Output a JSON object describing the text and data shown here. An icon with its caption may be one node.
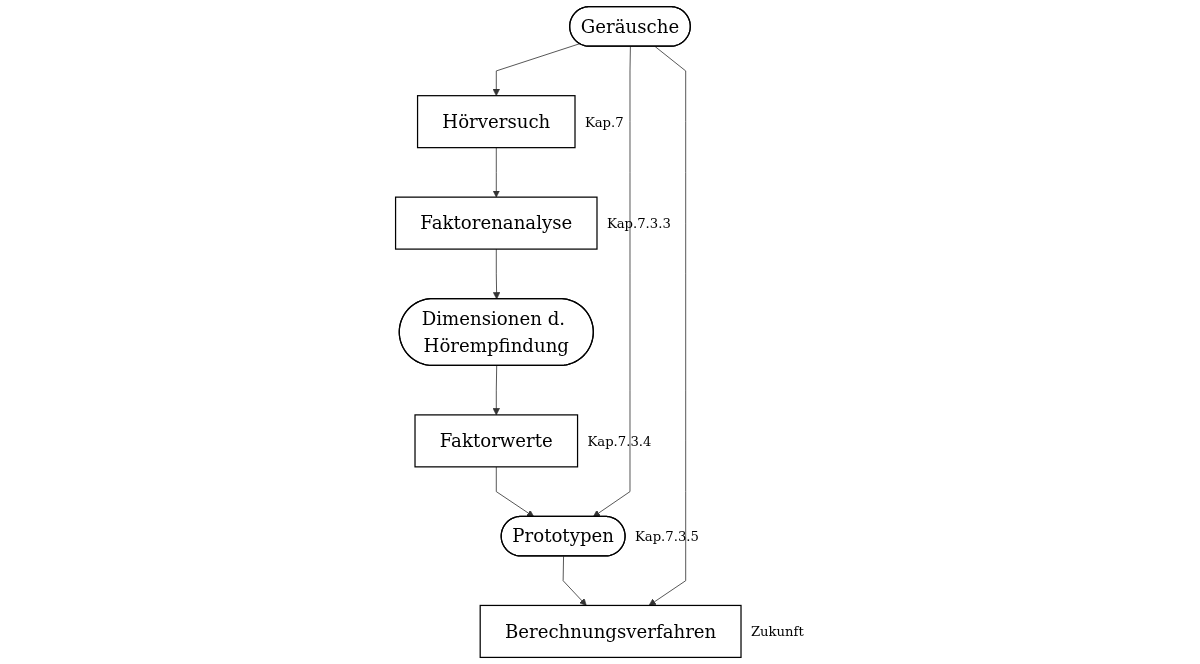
{
  "diagram": {
    "nodes": [
      {
        "text": [
          "Geräusche"
        ]
      },
      {
        "text": [
          "Hörversuch"
        ],
        "beside": [
          "Kap.7"
        ]
      },
      {
        "text": [
          "Faktorenanalyse"
        ],
        "beside": [
          "Kap.7.3.3"
        ]
      },
      {
        "text": [
          "Prototypen"
        ],
        "beside": [
          "Kap.7.3.5"
        ]
      },
      {
        "text": [
          "Dimensionen d. Hörempfindung"
        ]
      },
      {
        "text": [
          "Berechnungsverfahren"
        ],
        "beside": [
          "Zukunft"
        ]
      },
      {
        "text": [
          "Faktorwerte"
        ],
        "beside": [
          "Kap.7.3.4"
        ]
      }
    ],
    "edges": [
      {
        "from": 0,
        "to": 1,
        "arrow": "to"
      },
      {
        "from": 1,
        "to": 2,
        "arrow": "to"
      },
      {
        "from": 2,
        "to": 4,
        "arrow": "to"
      },
      {
        "from": 4,
        "to": 6,
        "arrow": "to"
      },
      {
        "from": 6,
        "to": 3,
        "arrow": "to"
      },
      {
        "from": 0,
        "to": 3,
        "arrow": "to"
      },
      {
        "from": 3,
        "to": 5,
        "arrow": "to"
      },
      {
        "from": 0,
        "to": 5,
        "arrow": "to"
      }
    ]
  }
}
